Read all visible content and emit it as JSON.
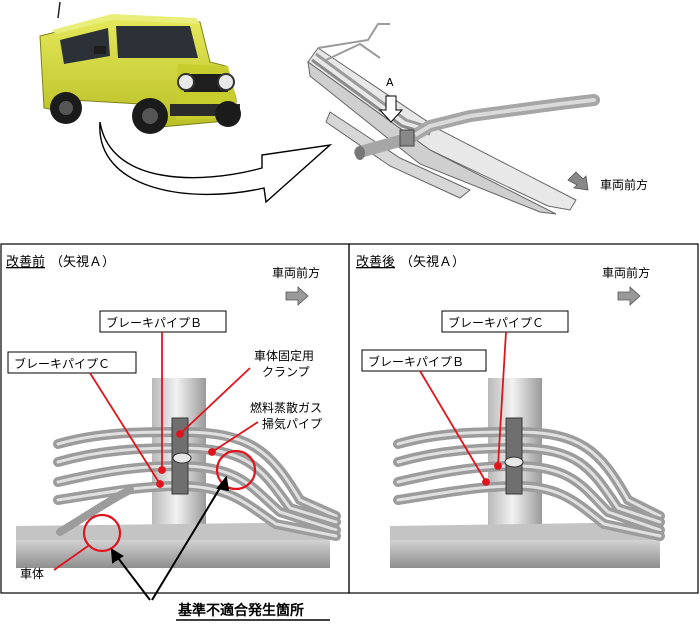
{
  "top": {
    "view_marker": "A",
    "front_label": "車両前方"
  },
  "before": {
    "heading": "改善前",
    "heading_suffix": "（矢視Ａ）",
    "front_label": "車両前方",
    "brake_pipe_b": "ブレーキパイプＢ",
    "brake_pipe_c": "ブレーキパイプＣ",
    "clamp_label_1": "車体固定用",
    "clamp_label_2": "クランプ",
    "evap_label_1": "燃料蒸散ガス",
    "evap_label_2": "掃気パイプ",
    "body_label": "車体"
  },
  "after": {
    "heading": "改善後",
    "heading_suffix": "（矢視Ａ）",
    "front_label": "車両前方",
    "brake_pipe_c": "ブレーキパイプＣ",
    "brake_pipe_b": "ブレーキパイプＢ"
  },
  "footer": {
    "nonconformity_label": "基準不適合発生箇所"
  },
  "colors": {
    "vehicle_yellow": "#d6dc3a",
    "callout_red": "#e0141c",
    "pipe_gray": "#a9abad"
  }
}
